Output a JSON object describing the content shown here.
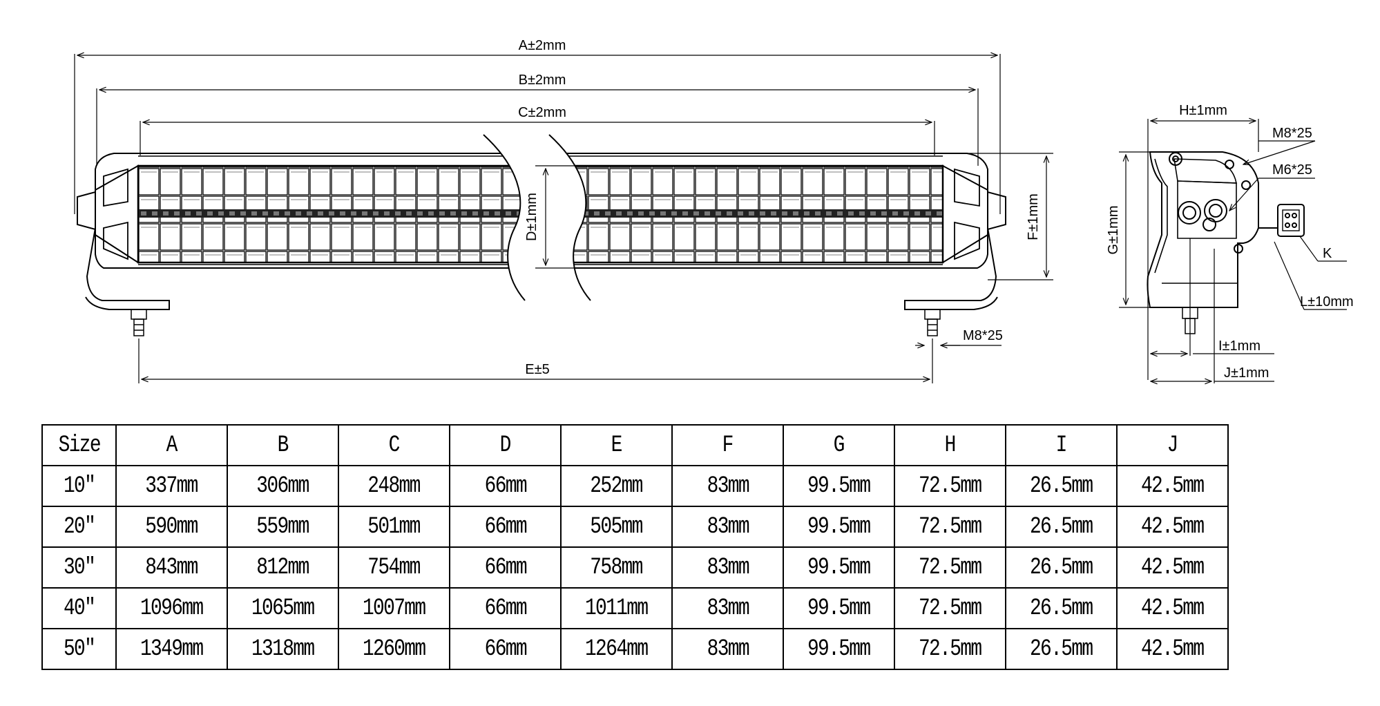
{
  "dimension_labels": {
    "A": "A±2mm",
    "B": "B±2mm",
    "C": "C±2mm",
    "D": "D±1mm",
    "E": "E±5",
    "F": "F±1mm",
    "G": "G±1mm",
    "H": "H±1mm",
    "I": "I±1mm",
    "J": "J±1mm",
    "K": "K",
    "L": "L±10mm",
    "bolt_bottom": "M8*25",
    "bolt_side_top": "M8*25",
    "bolt_side_mid": "M6*25"
  },
  "table": {
    "headers": [
      "Size",
      "A",
      "B",
      "C",
      "D",
      "E",
      "F",
      "G",
      "H",
      "I",
      "J"
    ],
    "rows": [
      [
        "10″",
        "337mm",
        "306mm",
        "248mm",
        "66mm",
        "252mm",
        "83mm",
        "99.5mm",
        "72.5mm",
        "26.5mm",
        "42.5mm"
      ],
      [
        "20″",
        "590mm",
        "559mm",
        "501mm",
        "66mm",
        "505mm",
        "83mm",
        "99.5mm",
        "72.5mm",
        "26.5mm",
        "42.5mm"
      ],
      [
        "30″",
        "843mm",
        "812mm",
        "754mm",
        "66mm",
        "758mm",
        "83mm",
        "99.5mm",
        "72.5mm",
        "26.5mm",
        "42.5mm"
      ],
      [
        "40″",
        "1096mm",
        "1065mm",
        "1007mm",
        "66mm",
        "1011mm",
        "83mm",
        "99.5mm",
        "72.5mm",
        "26.5mm",
        "42.5mm"
      ],
      [
        "50″",
        "1349mm",
        "1318mm",
        "1260mm",
        "66mm",
        "1264mm",
        "83mm",
        "99.5mm",
        "72.5mm",
        "26.5mm",
        "42.5mm"
      ]
    ]
  }
}
